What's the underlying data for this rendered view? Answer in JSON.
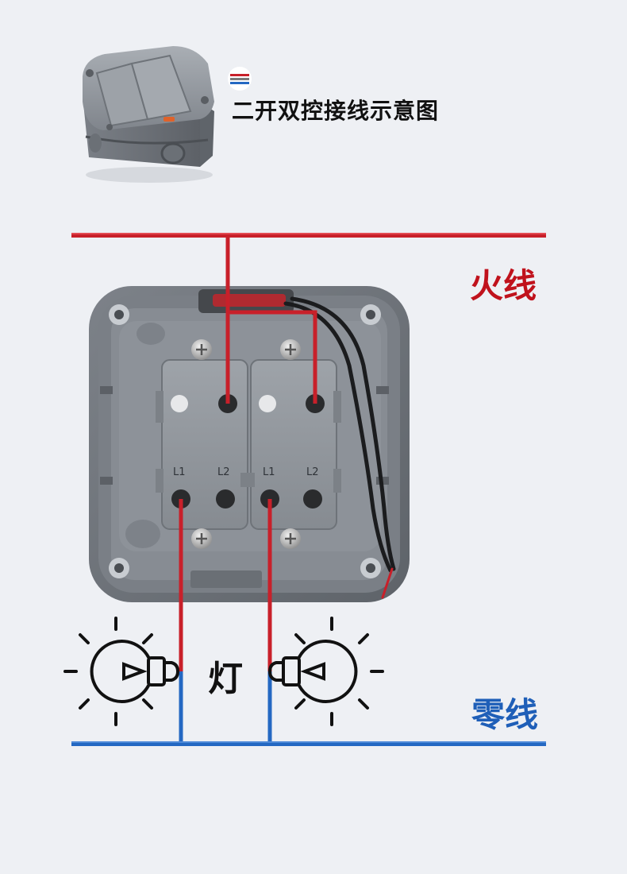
{
  "title": "二开双控接线示意图",
  "labels": {
    "live": "火线",
    "neutral": "零线",
    "lamp": "灯"
  },
  "terminals": {
    "left_l1": "L1",
    "left_l2": "L2",
    "right_l1": "L1",
    "right_l2": "L2"
  },
  "colors": {
    "live_wire": "#c8202a",
    "neutral_wire": "#2468c2",
    "background": "#eef0f4",
    "switch_body": "#8a8f95"
  },
  "icons": [
    "switch-product-photo",
    "wire-color-badge-icon",
    "light-bulb-icon"
  ]
}
